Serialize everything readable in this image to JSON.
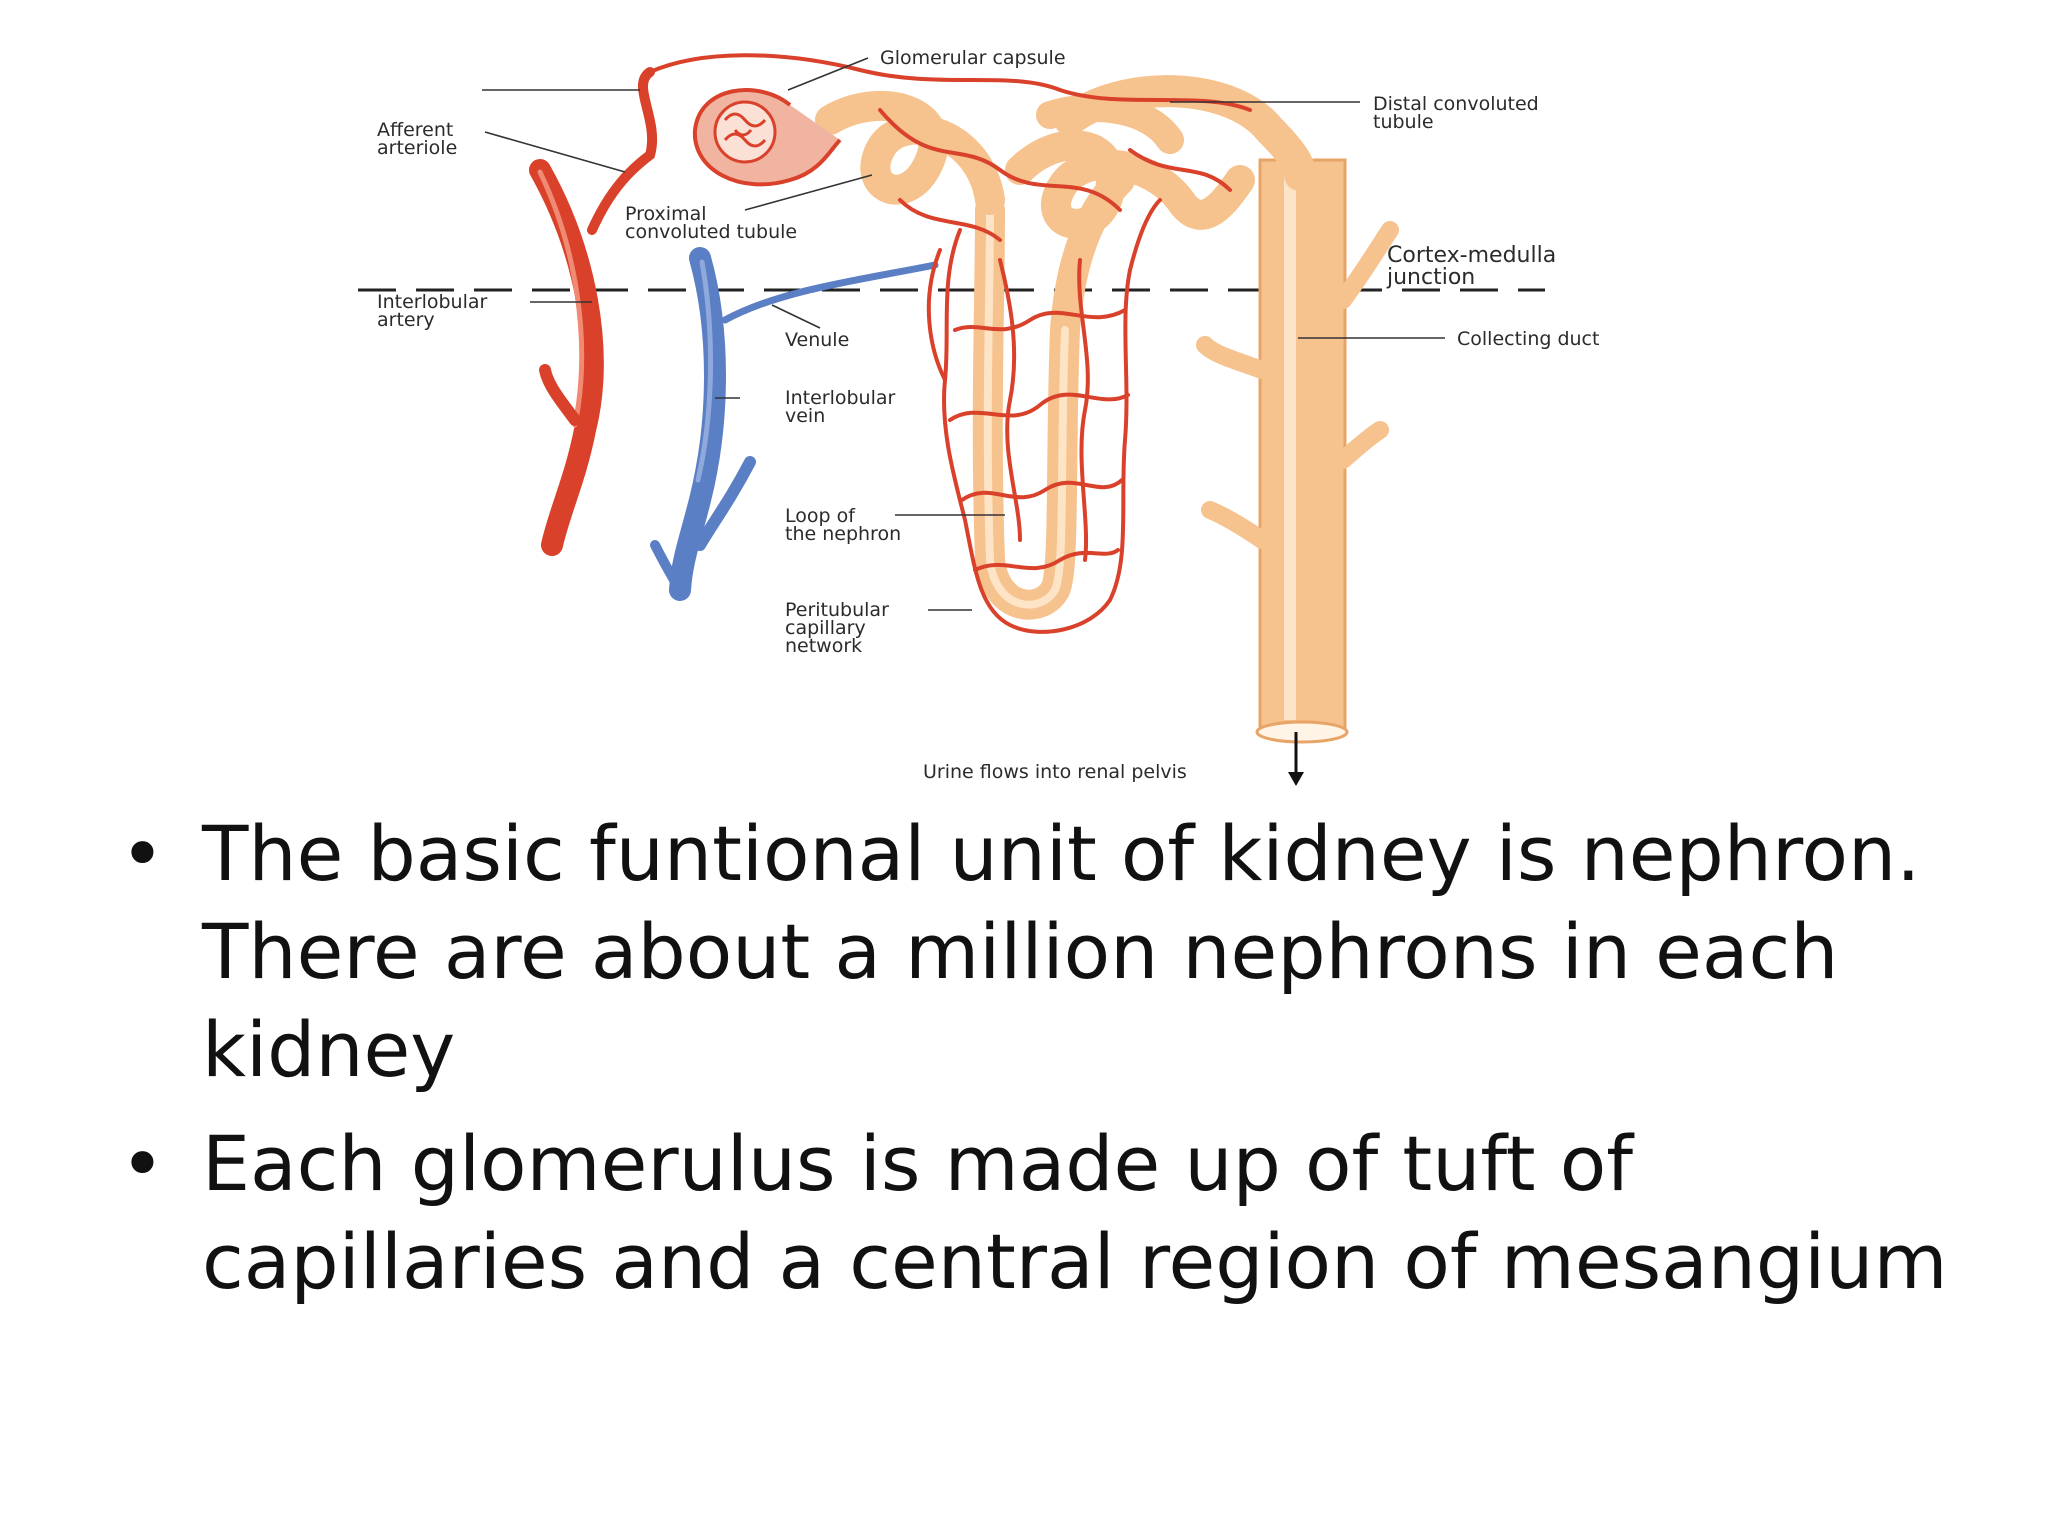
{
  "diagram": {
    "labels": {
      "glomerular_capsule": "Glomerular capsule",
      "distal_convoluted_tubule": [
        "Distal convoluted",
        "tubule"
      ],
      "afferent_arteriole": [
        "Afferent",
        "arteriole"
      ],
      "proximal_convoluted_tubule": [
        "Proximal",
        "convoluted tubule"
      ],
      "cortex_medulla_junction": [
        "Cortex-medulla",
        "junction"
      ],
      "interlobular_artery": [
        "Interlobular",
        "artery"
      ],
      "venule": "Venule",
      "collecting_duct": "Collecting duct",
      "interlobular_vein": [
        "Interlobular",
        "vein"
      ],
      "loop_of_nephron": [
        "Loop of",
        "the nephron"
      ],
      "peritubular_capillary_network": [
        "Peritubular",
        "capillary",
        "network"
      ],
      "urine_flow": "Urine flows into renal pelvis"
    },
    "colors": {
      "artery": "#d9412b",
      "vein": "#5b7fc4",
      "tubule": "#f6c28e",
      "tubule_edge": "#e8a466",
      "capillary": "#d9412b",
      "glomerulus": "#e9a08a"
    }
  },
  "bullets": [
    {
      "lines": [
        "The basic funtional unit of kidney is nephron.",
        "There are about a million nephrons in each",
        "kidney"
      ]
    },
    {
      "lines": [
        "Each glomerulus is made up of tuft of",
        "capillaries and a central region of mesangium"
      ]
    }
  ],
  "bullet_glyph": "•"
}
